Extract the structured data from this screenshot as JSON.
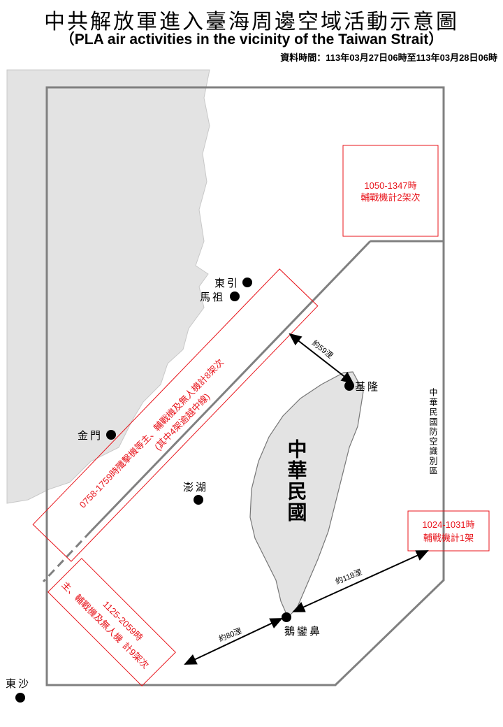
{
  "header": {
    "title": "中共解放軍進入臺海周邊空域活動示意圖",
    "subtitle": "（PLA air activities in the vicinity of the Taiwan Strait）",
    "datetime": "資料時間：113年03月27日06時至113年03月28日06時"
  },
  "places": {
    "dongyin": "東引",
    "matsu": "馬祖",
    "kinmen": "金門",
    "penghu": "澎湖",
    "keelung": "基隆",
    "eluanbi": "鵝鑾鼻",
    "dongsha": "東沙",
    "roc": "中華民國",
    "adiz": "中華民國防空識別區"
  },
  "activities": [
    {
      "time": "1050-1347時",
      "desc": "輔戰機計2架次"
    },
    {
      "time": "1024-1031時",
      "desc": "輔戰機計1架"
    },
    {
      "time": "0758-1759時",
      "desc": "殲擊機等主、輔戰機及無人機計8架次",
      "note": "(其中4架逾越中線)"
    },
    {
      "time": "1125-2059時",
      "desc1": "主、輔戰機及無人機",
      "desc2": "計9架次"
    }
  ],
  "distances": {
    "keelung": "約59浬",
    "east": "約118浬",
    "southwest": "約80浬"
  },
  "colors": {
    "activity": "#e8141b",
    "land": "#e3e3e3",
    "frame": "#808080"
  }
}
